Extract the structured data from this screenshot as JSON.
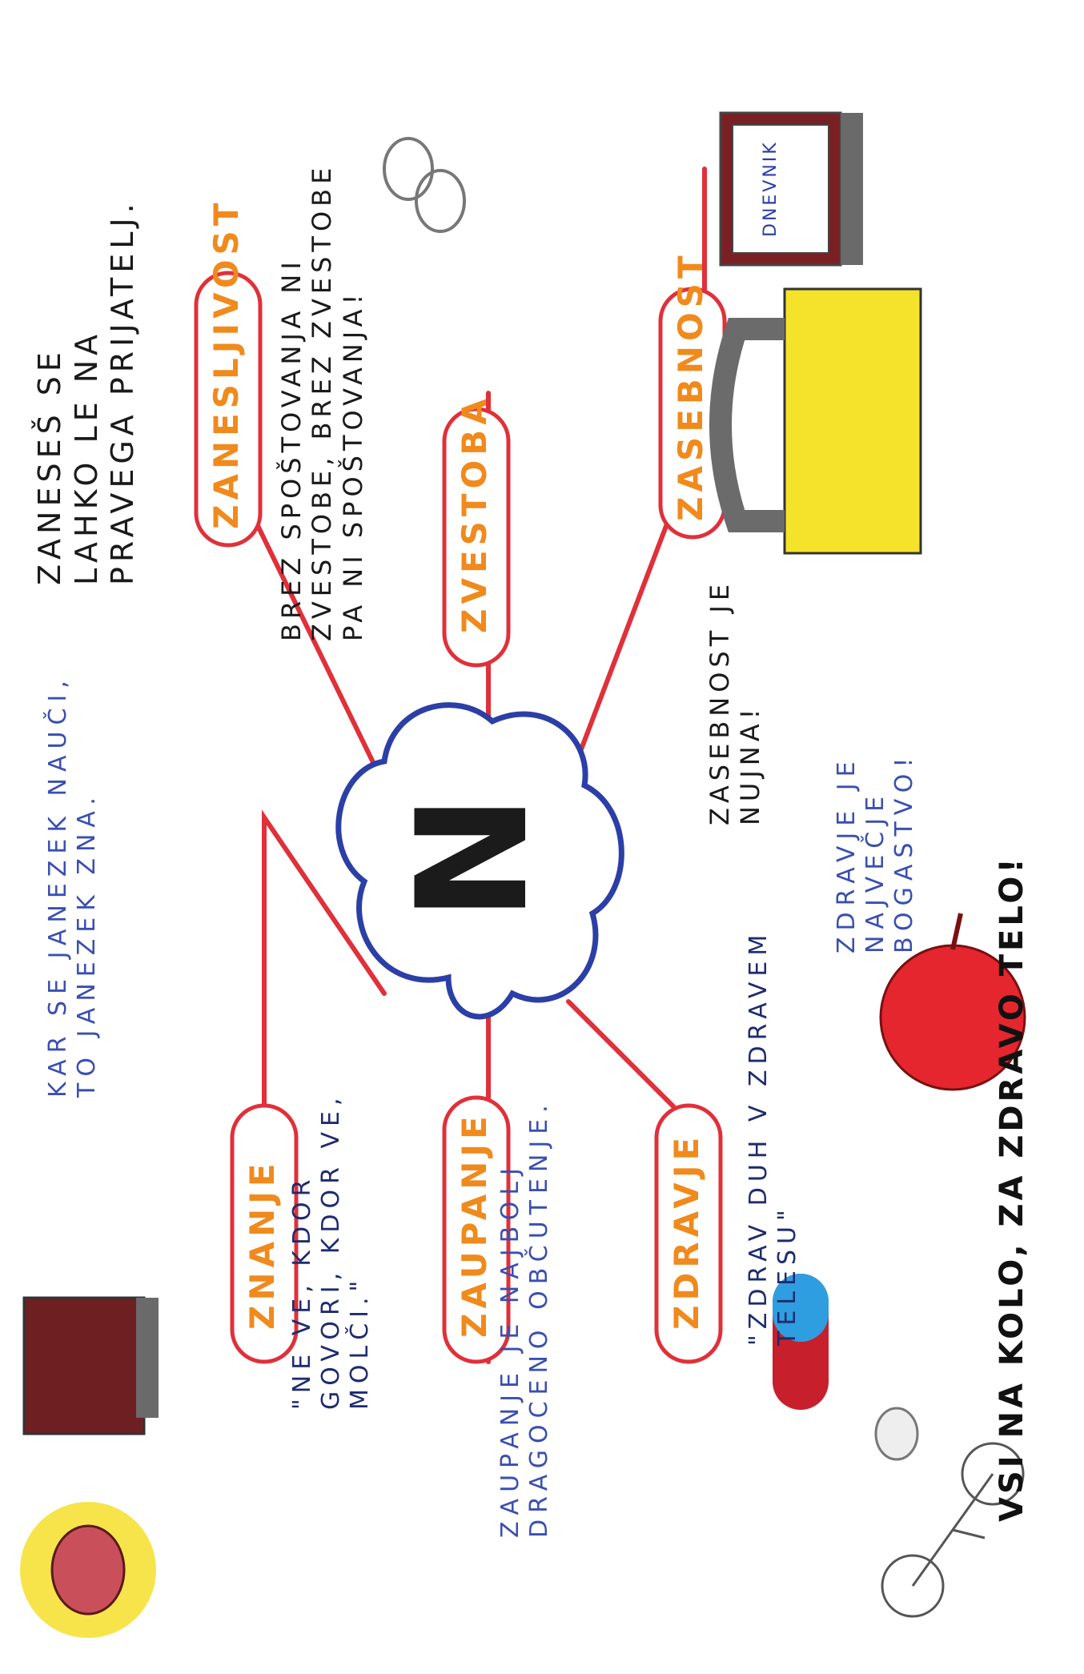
{
  "center": {
    "letter": "N"
  },
  "branches": [
    {
      "label": "ZANESLJIVOST",
      "text": "ZANESEŠ SE\nLAHKO LE NA\nPRAVEGA PRIJATELJ."
    },
    {
      "label": "ZVESTOBA",
      "text": "BREZ SPOŠTOVANJA NI\nZVESTOBE, BREZ ZVESTOBE\nPA NI SPOŠTOVANJA!"
    },
    {
      "label": "ZASEBNOST",
      "text": "ZASEBNOST JE\nNUJNA!"
    },
    {
      "label": "ZNANJE",
      "text": "KAR SE JANEZEK NAUČI,\nTO JANEZEK ZNA.",
      "quote": "\"NE VE, KDOR\nGOVORI, KDOR VE,\nMOLČI.\""
    },
    {
      "label": "ZAUPANJE",
      "text": "ZAUPANJE JE NAJBOLJ\nDRAGOCENO OBČUTENJE."
    },
    {
      "label": "ZDRAVJE",
      "text": "ZDRAVJE JE\nNAJVEČJE\nBOGASTVO!",
      "quote": "\"ZDRAV DUH V ZDRAVEM\nTELESU\""
    }
  ],
  "objects": {
    "diary_label": "DNEVNIK"
  },
  "footer": "VSI NA KOLO, ZA ZDRAVO TELO!",
  "colors": {
    "branch": "#e0303a",
    "center_cloud": "#2b3fa6",
    "label": "#f08a1c"
  }
}
